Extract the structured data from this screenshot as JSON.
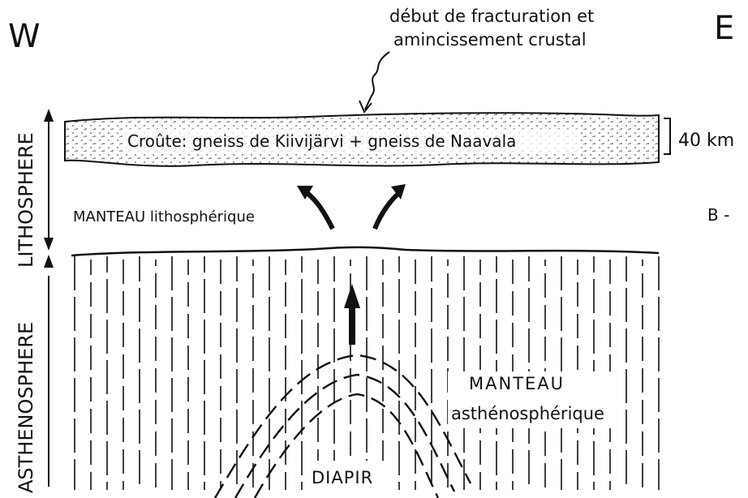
{
  "orientation": {
    "west": "W",
    "east": "E"
  },
  "annotation": {
    "line1": "début de fracturation et",
    "line2": "amincissement crustal"
  },
  "crust_label": "Croûte: gneiss de Kiivijärvi + gneiss de Naavala",
  "thickness_label": "40 km",
  "panel_label": "B -",
  "lithosphere_label": "LITHOSPHERE",
  "asthenosphere_label": "ASTHENOSPHERE",
  "lithospheric_mantle_label": "MANTEAU lithosphérique",
  "asthenospheric_mantle": {
    "line1": "MANTEAU",
    "line2": "asthénosphérique"
  },
  "diapir_label": "DIAPIR"
}
